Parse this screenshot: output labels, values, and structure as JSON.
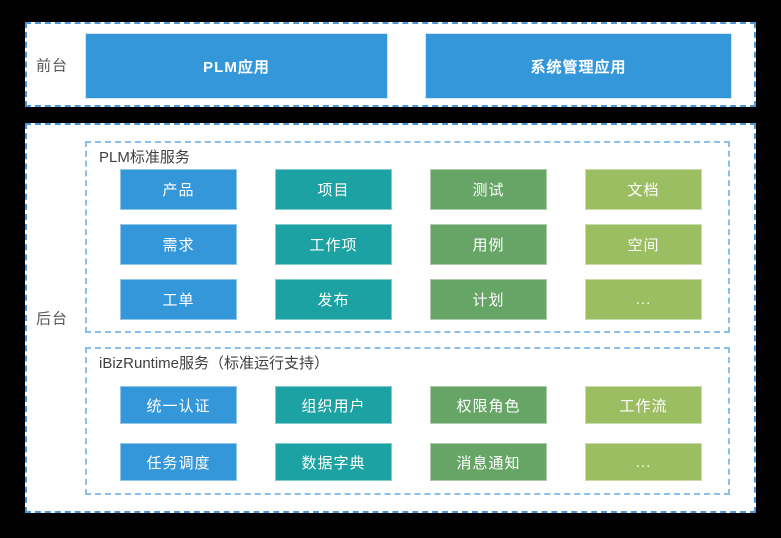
{
  "palette": {
    "background": "#000000",
    "panel_background": "#ffffff",
    "outer_dashed_border": "#4d96d8",
    "inner_dashed_border": "#8bbee8",
    "box_blue": "#3397da",
    "box_teal": "#1ca2a2",
    "box_green": "#67a567",
    "box_light_green": "#9cbe63",
    "zone_label_text": "#595959",
    "group_title_text": "#404040",
    "box_text": "#ffffff"
  },
  "front": {
    "zone_label": "前台",
    "apps": [
      {
        "label": "PLM应用"
      },
      {
        "label": "系统管理应用"
      }
    ]
  },
  "back": {
    "zone_label": "后台",
    "groups": [
      {
        "title": "PLM标准服务",
        "items": [
          {
            "label": "产品",
            "color": "blue"
          },
          {
            "label": "项目",
            "color": "teal"
          },
          {
            "label": "测试",
            "color": "green"
          },
          {
            "label": "文档",
            "color": "light_green"
          },
          {
            "label": "需求",
            "color": "blue"
          },
          {
            "label": "工作项",
            "color": "teal"
          },
          {
            "label": "用例",
            "color": "green"
          },
          {
            "label": "空间",
            "color": "light_green"
          },
          {
            "label": "工单",
            "color": "blue"
          },
          {
            "label": "发布",
            "color": "teal"
          },
          {
            "label": "计划",
            "color": "green"
          },
          {
            "label": "...",
            "color": "light_green"
          }
        ]
      },
      {
        "title": "iBizRuntime服务（标准运行支持）",
        "items": [
          {
            "label": "统一认证",
            "color": "blue"
          },
          {
            "label": "组织用户",
            "color": "teal"
          },
          {
            "label": "权限角色",
            "color": "green"
          },
          {
            "label": "工作流",
            "color": "light_green"
          },
          {
            "label": "任务调度",
            "color": "blue"
          },
          {
            "label": "数据字典",
            "color": "teal"
          },
          {
            "label": "消息通知",
            "color": "green"
          },
          {
            "label": "...",
            "color": "light_green"
          }
        ]
      }
    ]
  }
}
